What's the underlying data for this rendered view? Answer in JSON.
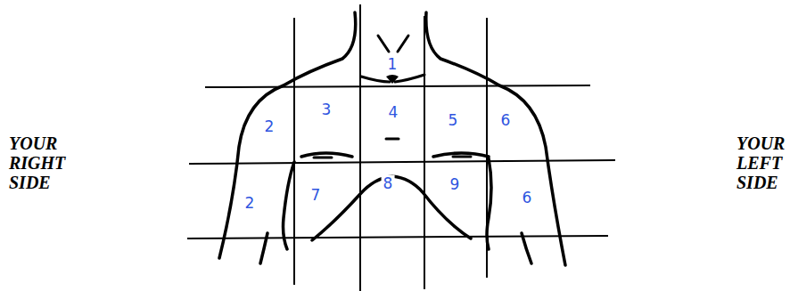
{
  "diagram": {
    "labels": [
      "YOUR RIGHT SIDE",
      "YOUR LEFT SIDE",
      "1",
      "2",
      "3",
      "4",
      "5",
      "6",
      "2",
      "7",
      "8",
      "9",
      "6"
    ]
  }
}
